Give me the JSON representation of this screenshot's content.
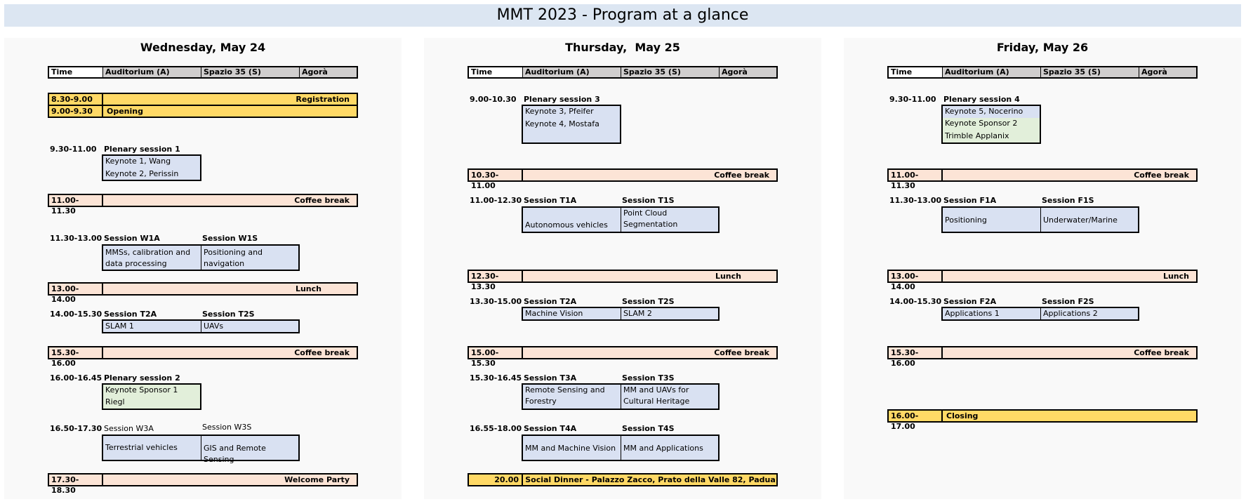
{
  "title": "MMT 2023 - Program at a glance",
  "columns": {
    "time": "Time",
    "auditorium": "Auditorium (A)",
    "spazio": "Spazio 35 (S)",
    "agora": "Agorà"
  },
  "wednesday": {
    "day": "Wednesday, May 24",
    "registration": {
      "time": "8.30-9.00",
      "label": "Registration"
    },
    "opening": {
      "time": "9.00-9.30",
      "label": "Opening"
    },
    "plenary1": {
      "time": "9.30-11.00",
      "label": "Plenary session 1",
      "items": [
        "Keynote 1, Wang",
        "Keynote 2, Perissin"
      ]
    },
    "coffee1": {
      "time": "11.00-11.30",
      "label": "Coffee break"
    },
    "w1": {
      "time": "11.30-13.00",
      "a_label": "Session W1A",
      "s_label": "Session W1S",
      "a_topic": "MMSs, calibration and data processing",
      "s_topic": "Positioning and navigation"
    },
    "lunch": {
      "time": "13.00-14.00",
      "label": "Lunch"
    },
    "t2": {
      "time": "14.00-15.30",
      "a_label": "Session T2A",
      "s_label": "Session T2S",
      "a_topic": "SLAM 1",
      "s_topic": "UAVs"
    },
    "coffee2": {
      "time": "15.30-16.00",
      "label": "Coffee break"
    },
    "plenary2": {
      "time": "16.00-16.45",
      "label": "Plenary session 2",
      "items": [
        "Keynote Sponsor 1",
        "Riegl"
      ]
    },
    "w3": {
      "time": "16.50-17.30",
      "a_label": "Session W3A",
      "s_label": "Session W3S",
      "a_topic": "Terrestrial vehicles",
      "s_topic": "GIS and Remote Sensing"
    },
    "party": {
      "time": "17.30-18.30",
      "label": "Welcome Party"
    }
  },
  "thursday": {
    "day": "Thursday,  May 25",
    "plenary3": {
      "time": "9.00-10.30",
      "label": "Plenary session 3",
      "items": [
        "Keynote 3, Pfeifer",
        "Keynote 4, Mostafa"
      ]
    },
    "coffee1": {
      "time": "10.30-11.00",
      "label": "Coffee break"
    },
    "t1": {
      "time": "11.00-12.30",
      "a_label": "Session T1A",
      "s_label": "Session T1S",
      "a_topic": "Autonomous vehicles",
      "s_topic": "Point Cloud Segmentation"
    },
    "lunch": {
      "time": "12.30-13.30",
      "label": "Lunch"
    },
    "t2": {
      "time": "13.30-15.00",
      "a_label": "Session T2A",
      "s_label": "Session T2S",
      "a_topic": "Machine Vision",
      "s_topic": "SLAM 2"
    },
    "coffee2": {
      "time": "15.00-15.30",
      "label": "Coffee break"
    },
    "t3": {
      "time": "15.30-16.45",
      "a_label": "Session T3A",
      "s_label": "Session T3S",
      "a_topic": "Remote Sensing and Forestry",
      "s_topic": "MM and UAVs for Cultural Heritage"
    },
    "t4": {
      "time": "16.55-18.00",
      "a_label": "Session T4A",
      "s_label": "Session T4S",
      "a_topic": "MM and Machine Vision",
      "s_topic": "MM and Applications"
    },
    "dinner": {
      "time": "20.00",
      "label": "Social Dinner - Palazzo Zacco, Prato della Valle 82, Padua"
    }
  },
  "friday": {
    "day": "Friday, May 26",
    "plenary4": {
      "time": "9.30-11.00",
      "label": "Plenary session 4",
      "items": [
        "Keynote 5, Nocerino",
        "Keynote Sponsor 2",
        "Trimble Applanix"
      ]
    },
    "coffee1": {
      "time": "11.00-11.30",
      "label": "Coffee break"
    },
    "f1": {
      "time": "11.30-13.00",
      "a_label": "Session F1A",
      "s_label": "Session F1S",
      "a_topic": "Positioning",
      "s_topic": "Underwater/Marine"
    },
    "lunch": {
      "time": "13.00-14.00",
      "label": "Lunch"
    },
    "f2": {
      "time": "14.00-15.30",
      "a_label": "Session F2A",
      "s_label": "Session F2S",
      "a_topic": "Applications 1",
      "s_topic": "Applications 2"
    },
    "coffee2": {
      "time": "15.30-16.00",
      "label": "Coffee break"
    },
    "closing": {
      "time": "16.00-17.00",
      "label": "Closing"
    }
  }
}
